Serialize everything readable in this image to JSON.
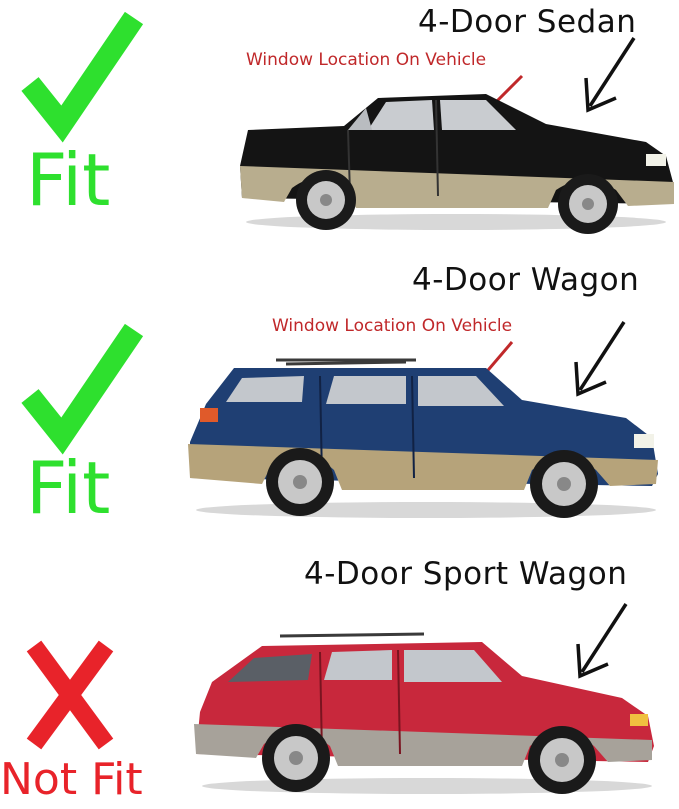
{
  "colors": {
    "fit": "#2ee02e",
    "not_fit": "#e8232a",
    "note": "#c0282a"
  },
  "vehicles": [
    {
      "title": "4-Door Sedan",
      "note": "Window Location On Vehicle",
      "verdict": "Fit",
      "verdict_icon": "check-icon",
      "body_color": "#141414",
      "trim_color": "#b8ad8e"
    },
    {
      "title": "4-Door Wagon",
      "note": "Window Location On Vehicle",
      "verdict": "Fit",
      "verdict_icon": "check-icon",
      "body_color": "#1f3f73",
      "trim_color": "#b6a37a"
    },
    {
      "title": "4-Door Sport Wagon",
      "verdict": "Not Fit",
      "verdict_icon": "x-icon",
      "body_color": "#c8283c",
      "trim_color": "#a7a29a"
    }
  ]
}
